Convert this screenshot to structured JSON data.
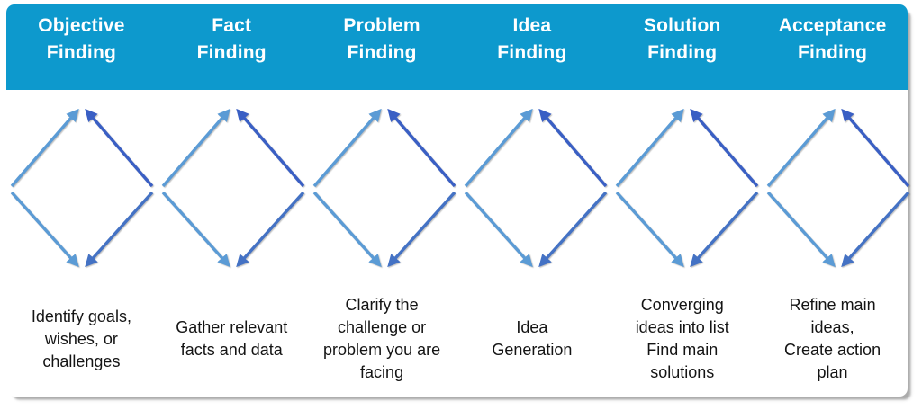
{
  "figure": {
    "header_color": "#0D99CD",
    "header_text_color": "#ffffff",
    "background_color": "#ffffff",
    "shadow_color": "#ababab"
  },
  "stages": [
    {
      "title": "Objective\nFinding",
      "description": "Identify goals,\nwishes, or\nchallenges"
    },
    {
      "title": "Fact\nFinding",
      "description": "Gather relevant\nfacts and data"
    },
    {
      "title": "Problem\nFinding",
      "description": "Clarify the\nchallenge or\nproblem you are\nfacing"
    },
    {
      "title": "Idea\nFinding",
      "description": "Idea\nGeneration"
    },
    {
      "title": "Solution\nFinding",
      "description": "Converging\nideas into list\nFind main\nsolutions"
    },
    {
      "title": "Acceptance\nFinding",
      "description": "Refine main\nideas,\nCreate action\nplan"
    }
  ],
  "diamond": {
    "icon": "diverge-converge-double-arrow-diamond",
    "colors": {
      "top_left": "#5B9BD5",
      "top_right": "#3A5FC4",
      "bottom_left": "#5B9BD5",
      "bottom_right": "#4472C4"
    }
  }
}
